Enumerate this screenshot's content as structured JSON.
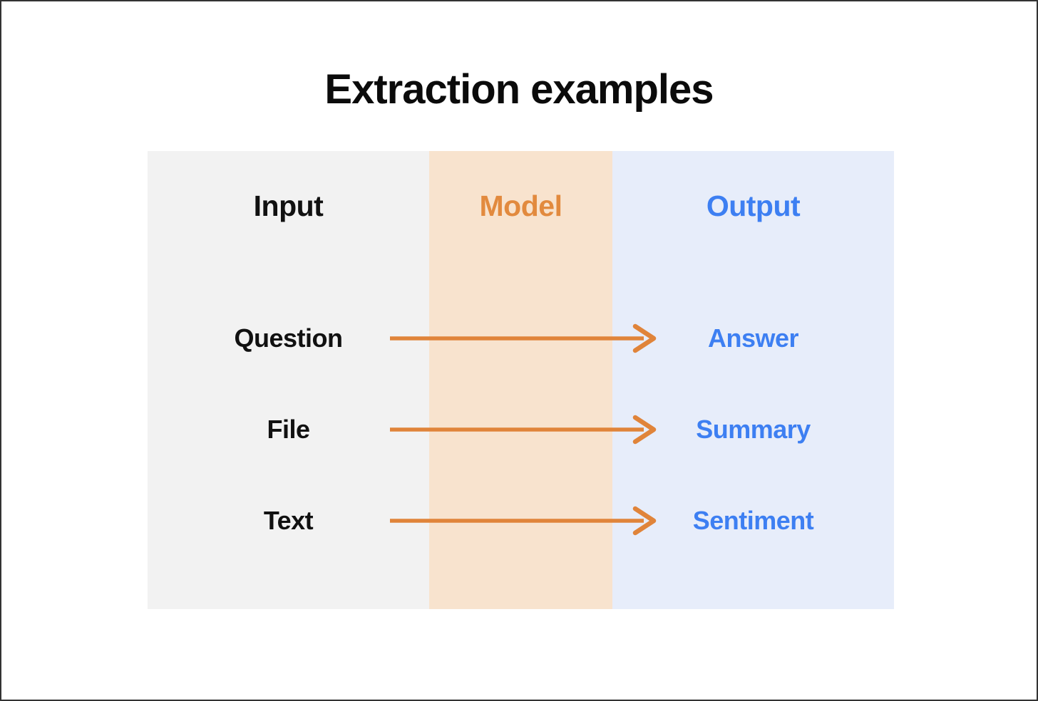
{
  "title": "Extraction examples",
  "columns": [
    {
      "id": "input",
      "label": "Input"
    },
    {
      "id": "model",
      "label": "Model"
    },
    {
      "id": "output",
      "label": "Output"
    }
  ],
  "rows": [
    {
      "input": "Question",
      "output": "Answer"
    },
    {
      "input": "File",
      "output": "Summary"
    },
    {
      "input": "Text",
      "output": "Sentiment"
    }
  ],
  "colors": {
    "title_text": "#0b0b0b",
    "border": "#333333",
    "input_bg": "#f2f2f2",
    "model_bg": "#f8e3ce",
    "output_bg": "#e7edfa",
    "input_text": "#111111",
    "model_text": "#e28a3e",
    "output_text": "#3d7ff2",
    "arrow": "#e0843a"
  }
}
